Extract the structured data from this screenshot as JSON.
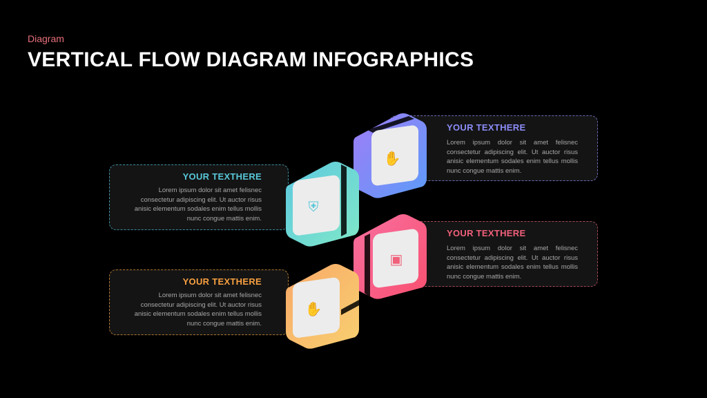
{
  "header": {
    "subtitle": "Diagram",
    "title": "VERTICAL FLOW DIAGRAM INFOGRAPHICS"
  },
  "steps": [
    {
      "title": "YOUR TEXTHERE",
      "body": "Lorem ipsum dolor sit amet felisnec consectetur adipiscing elit. Ut auctor risus anisic elementum sodales enim tellus mollis nunc congue mattis enim.",
      "color": "#8c8cf8",
      "icon": "hand-holding-icon",
      "side": "right"
    },
    {
      "title": "YOUR TEXTHERE",
      "body": "Lorem ipsum dolor sit amet felisnec consectetur adipiscing elit. Ut auctor risus anisic elementum sodales enim tellus mollis nunc congue mattis enim.",
      "color": "#58c8d8",
      "icon": "shield-icon",
      "side": "left"
    },
    {
      "title": "YOUR TEXTHERE",
      "body": "Lorem ipsum dolor sit amet felisnec consectetur adipiscing elit. Ut auctor risus anisic elementum sodales enim tellus mollis nunc congue mattis enim.",
      "color": "#f0607a",
      "icon": "briefcase-icon",
      "side": "right"
    },
    {
      "title": "YOUR TEXTHERE",
      "body": "Lorem ipsum dolor sit amet felisnec consectetur adipiscing elit. Ut auctor risus anisic elementum sodales enim tellus mollis nunc congue mattis enim.",
      "color": "#f8a040",
      "icon": "hand-money-icon",
      "side": "left"
    }
  ]
}
